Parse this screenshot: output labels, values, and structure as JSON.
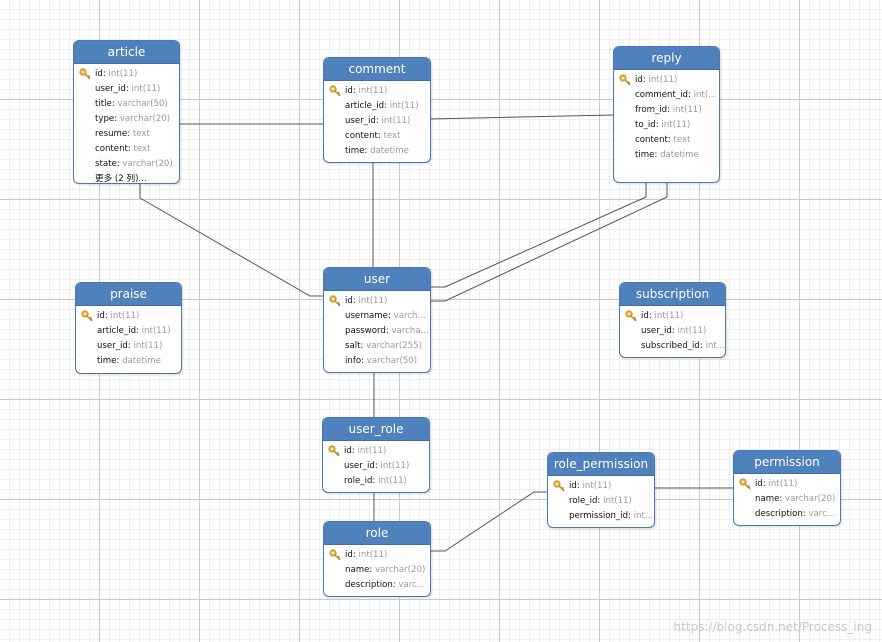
{
  "tables": [
    {
      "id": "article",
      "title": "article",
      "fields": [
        {
          "name": "id",
          "type": "int(11)",
          "pk": true
        },
        {
          "name": "user_id",
          "type": "int(11)"
        },
        {
          "name": "title",
          "type": "varchar(50)"
        },
        {
          "name": "type",
          "type": "varchar(20)"
        },
        {
          "name": "resume",
          "type": "text"
        },
        {
          "name": "content",
          "type": "text"
        },
        {
          "name": "state",
          "type": "varchar(20)"
        },
        {
          "name": "更多 (2 列)...",
          "type": ""
        }
      ]
    },
    {
      "id": "comment",
      "title": "comment",
      "fields": [
        {
          "name": "id",
          "type": "int(11)",
          "pk": true
        },
        {
          "name": "article_id",
          "type": "int(11)"
        },
        {
          "name": "user_id",
          "type": "int(11)"
        },
        {
          "name": "content",
          "type": "text"
        },
        {
          "name": "time",
          "type": "datetime"
        }
      ]
    },
    {
      "id": "reply",
      "title": "reply",
      "fields": [
        {
          "name": "id",
          "type": "int(11)",
          "pk": true
        },
        {
          "name": "comment_id",
          "type": "int(..."
        },
        {
          "name": "from_id",
          "type": "int(11)"
        },
        {
          "name": "to_id",
          "type": "int(11)"
        },
        {
          "name": "content",
          "type": "text"
        },
        {
          "name": "time",
          "type": "datetime"
        }
      ]
    },
    {
      "id": "praise",
      "title": "praise",
      "fields": [
        {
          "name": "id",
          "type": "int(11)",
          "pk": true
        },
        {
          "name": "article_id",
          "type": "int(11)"
        },
        {
          "name": "user_id",
          "type": "int(11)"
        },
        {
          "name": "time",
          "type": "datetime"
        }
      ]
    },
    {
      "id": "user",
      "title": "user",
      "fields": [
        {
          "name": "id",
          "type": "int(11)",
          "pk": true
        },
        {
          "name": "username",
          "type": "varch..."
        },
        {
          "name": "password",
          "type": "varcha..."
        },
        {
          "name": "salt",
          "type": "varchar(255)"
        },
        {
          "name": "info",
          "type": "varchar(50)"
        }
      ]
    },
    {
      "id": "subscription",
      "title": "subscription",
      "fields": [
        {
          "name": "id",
          "type": "int(11)",
          "pk": true
        },
        {
          "name": "user_id",
          "type": "int(11)"
        },
        {
          "name": "subscribed_id",
          "type": "int..."
        }
      ]
    },
    {
      "id": "user_role",
      "title": "user_role",
      "fields": [
        {
          "name": "id",
          "type": "int(11)",
          "pk": true
        },
        {
          "name": "user_id",
          "type": "int(11)"
        },
        {
          "name": "role_id",
          "type": "int(11)"
        }
      ]
    },
    {
      "id": "role_permission",
      "title": "role_permission",
      "fields": [
        {
          "name": "id",
          "type": "int(11)",
          "pk": true
        },
        {
          "name": "role_id",
          "type": "int(11)"
        },
        {
          "name": "permission_id",
          "type": "int..."
        }
      ]
    },
    {
      "id": "permission",
      "title": "permission",
      "fields": [
        {
          "name": "id",
          "type": "int(11)",
          "pk": true
        },
        {
          "name": "name",
          "type": "varchar(20)"
        },
        {
          "name": "description",
          "type": "varc..."
        }
      ]
    },
    {
      "id": "role",
      "title": "role",
      "fields": [
        {
          "name": "id",
          "type": "int(11)",
          "pk": true
        },
        {
          "name": "name",
          "type": "varchar(20)"
        },
        {
          "name": "description",
          "type": "varc..."
        }
      ]
    }
  ],
  "watermark": "https://blog.csdn.net/Process_ing",
  "colors": {
    "header": "#4f81bd",
    "border": "#4a7ab5",
    "key": "#e8b93a"
  }
}
